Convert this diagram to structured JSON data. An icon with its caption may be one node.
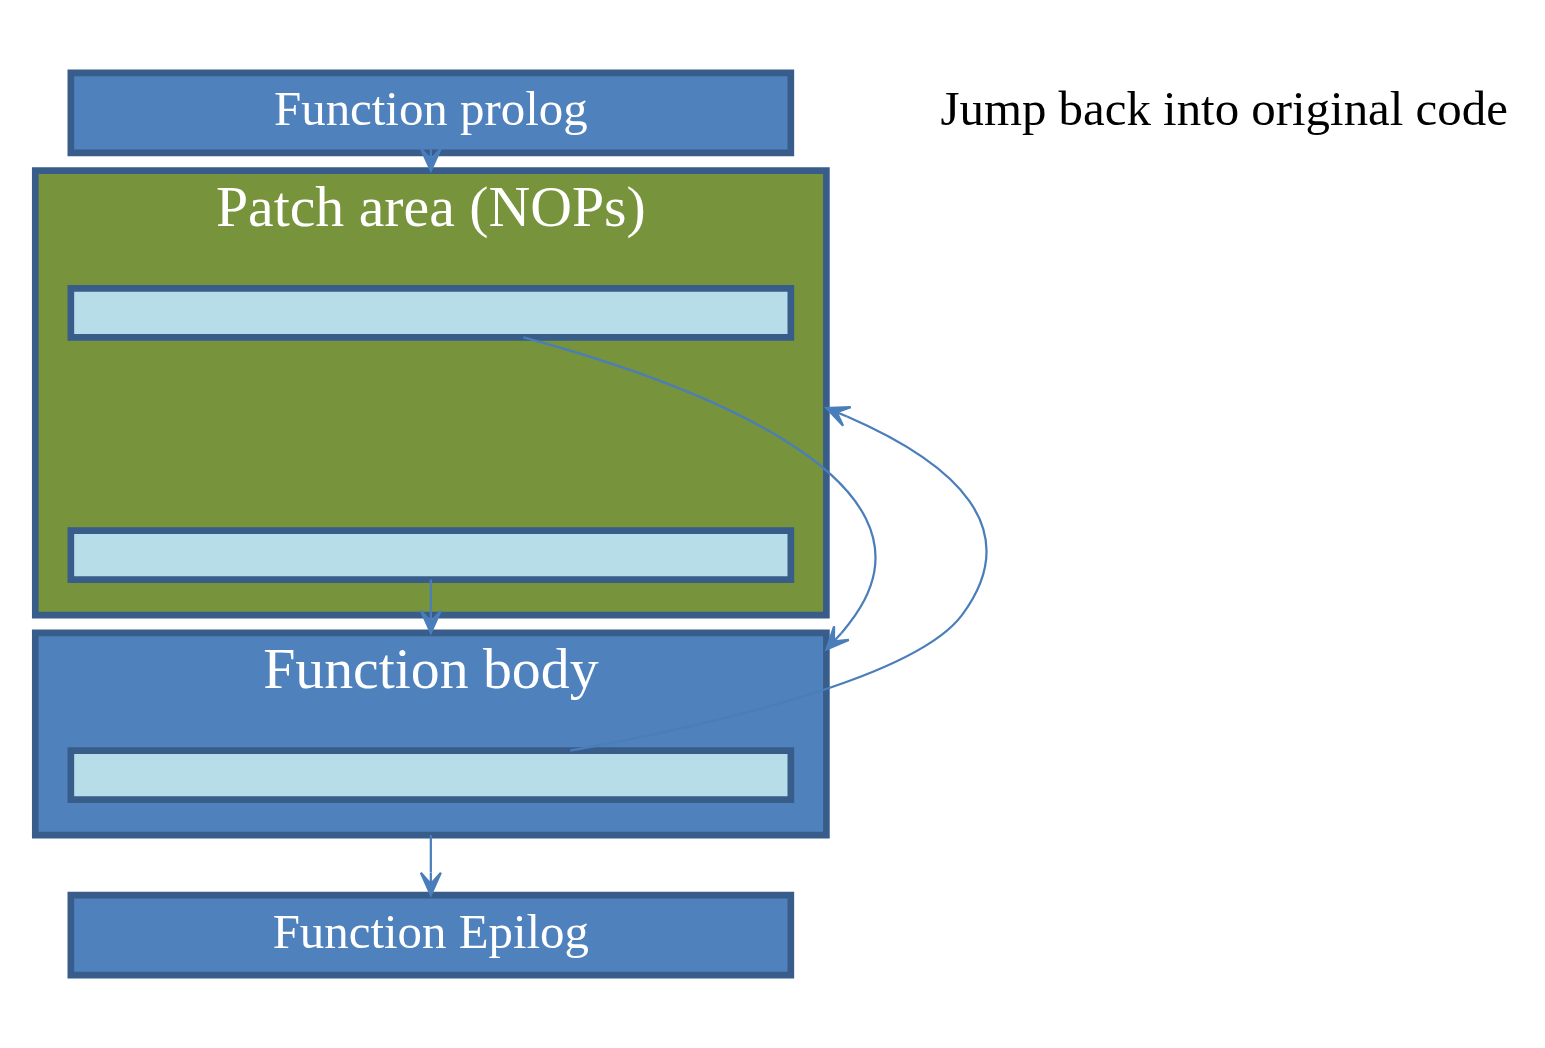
{
  "diagram": {
    "nodes": [
      {
        "text": [
          "Function prolog"
        ]
      },
      {
        "text": [
          "Patch area (NOPs)"
        ]
      },
      {
        "text": [],
        "shape": "bar",
        "in": 1
      },
      {
        "text": [],
        "shape": "bar",
        "in": 1
      },
      {
        "text": [
          "Function body"
        ]
      },
      {
        "text": [],
        "shape": "bar",
        "in": 4
      },
      {
        "text": [
          "Function Epilog"
        ]
      }
    ],
    "edges": [
      {
        "from": 0,
        "to": 1,
        "arrow": "to"
      },
      {
        "from": 2,
        "to": 4,
        "arrow": "to"
      },
      {
        "from": 3,
        "to": 4,
        "arrow": "to"
      },
      {
        "from": 5,
        "to": 1,
        "arrow": "to"
      },
      {
        "from": 4,
        "to": 6,
        "arrow": "to"
      }
    ],
    "labels": [
      "Jump back into original code"
    ]
  }
}
